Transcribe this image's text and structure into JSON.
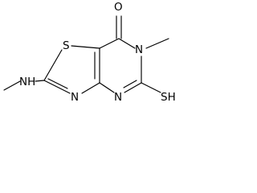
{
  "molecule": {
    "atoms": {
      "oxygen": "O",
      "sulfur": "S",
      "n_ring_methyl": "N",
      "n_ring_left": "N",
      "n_ring_right": "N",
      "amine": "NH",
      "thiol": "SH"
    }
  },
  "colors": {
    "bond": "#000000",
    "text": "#000000",
    "background": "#ffffff"
  }
}
